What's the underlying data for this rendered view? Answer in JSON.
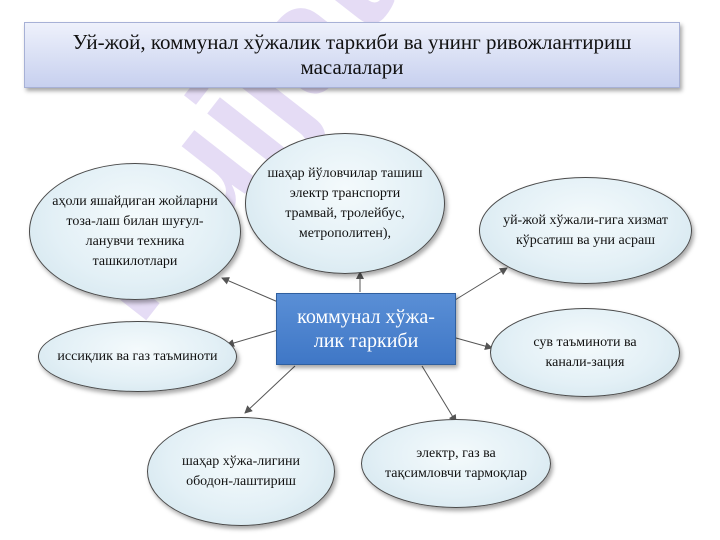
{
  "slide": {
    "title": "Уй-жой, коммунал хўжалик таркиби ва унинг ривожлантириш масалалари",
    "watermark": "Hujjat24"
  },
  "diagram": {
    "center": "коммунал хўжа-лик таркиби",
    "nodes": [
      {
        "id": "transport",
        "label": "шаҳар йўловчилар ташиш электр транспорти трамвай, тролейбус, метрополитен),"
      },
      {
        "id": "cleaning",
        "label": "аҳоли яшайдиган жойларни тоза-лаш билан шуғул-ланувчи техника ташкилотлари"
      },
      {
        "id": "housing",
        "label": "уй-жой хўжали-гига хизмат кўрсатиш ва уни асраш"
      },
      {
        "id": "heating",
        "label": "иссиқлик ва газ таъминоти"
      },
      {
        "id": "water",
        "label": "сув таъминоти ва канали-зация"
      },
      {
        "id": "landscaping",
        "label": "шаҳар хўжа-лигини ободон-лаштириш"
      },
      {
        "id": "networks",
        "label": "электр, газ ва тақсимловчи тармоқлар"
      }
    ]
  }
}
